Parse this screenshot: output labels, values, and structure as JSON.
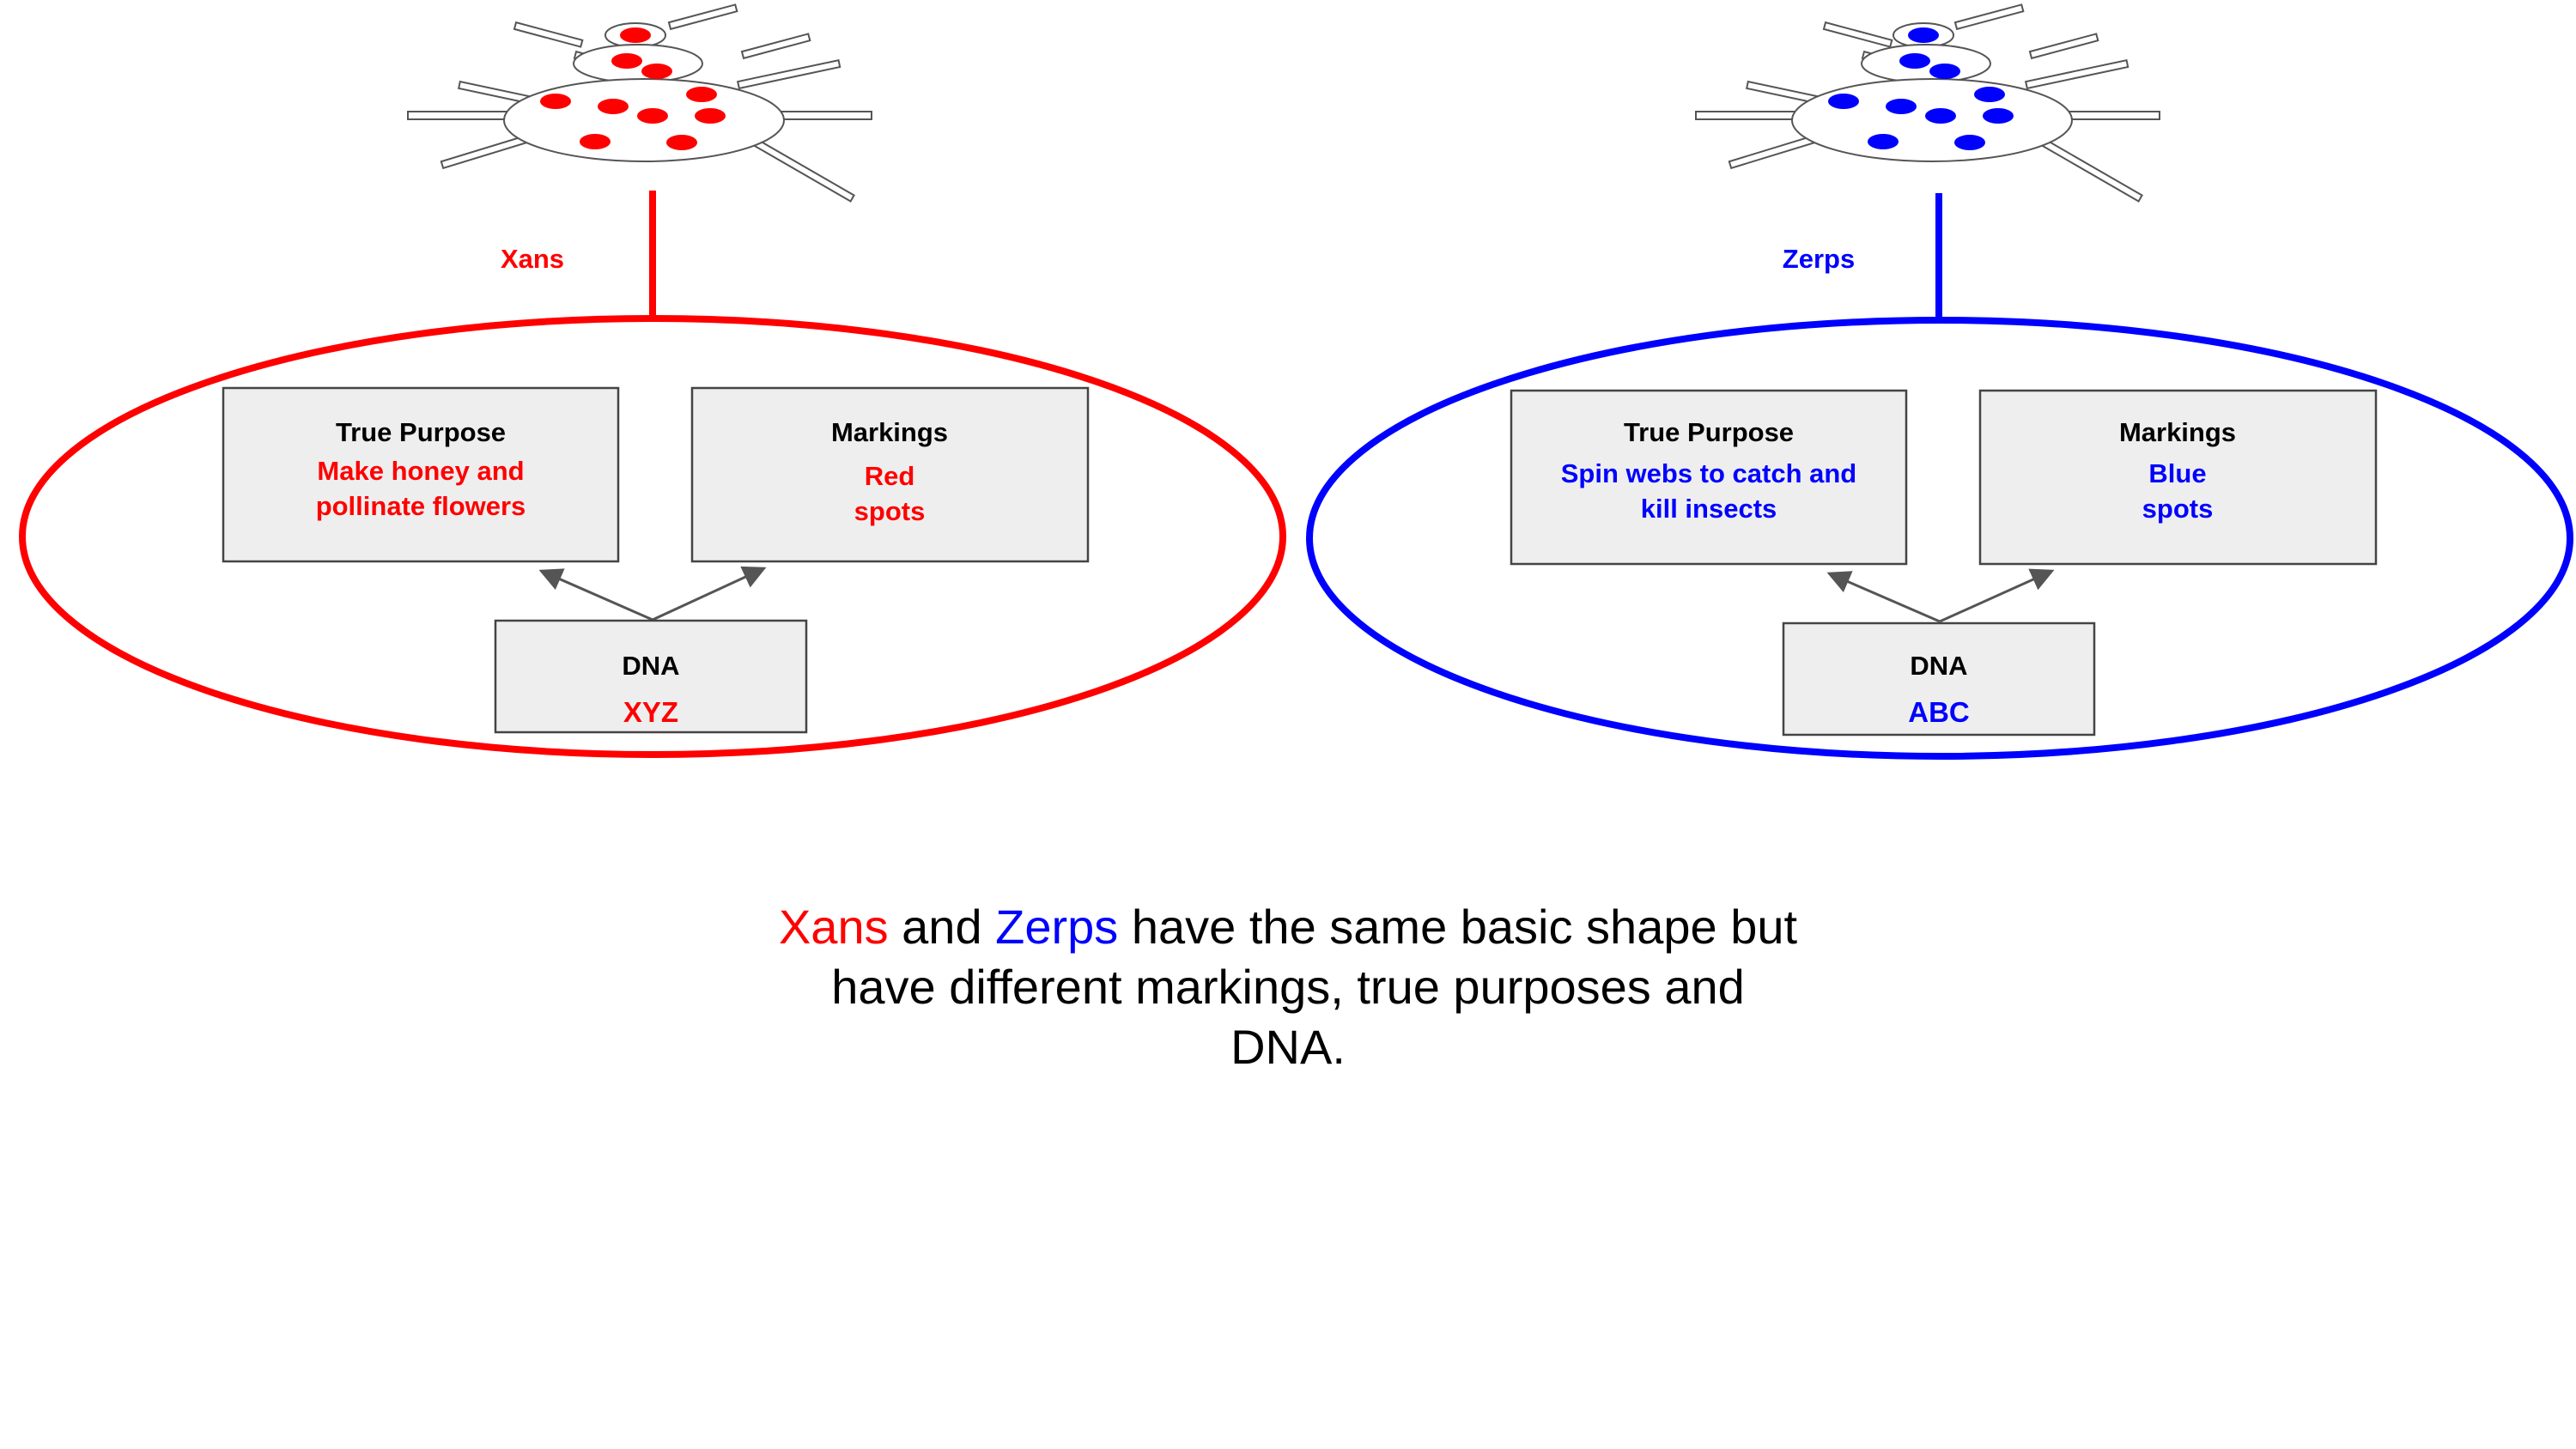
{
  "colors": {
    "xans": "#ff0000",
    "zerps": "#0000ff",
    "box_fill": "#eeeeee",
    "box_border": "#444444",
    "arrow": "#555555"
  },
  "groups": [
    {
      "key": "xans",
      "name": "Xans",
      "true_purpose": {
        "heading": "True Purpose",
        "line1": "Make honey and",
        "line2": "pollinate flowers"
      },
      "markings": {
        "heading": "Markings",
        "line1": "Red",
        "line2": "spots"
      },
      "dna": {
        "heading": "DNA",
        "value": "XYZ"
      }
    },
    {
      "key": "zerps",
      "name": "Zerps",
      "true_purpose": {
        "heading": "True Purpose",
        "line1": "Spin webs to catch and",
        "line2": "kill insects"
      },
      "markings": {
        "heading": "Markings",
        "line1": "Blue",
        "line2": "spots"
      },
      "dna": {
        "heading": "DNA",
        "value": "ABC"
      }
    }
  ],
  "caption": {
    "xans": "Xans",
    "and": " and ",
    "zerps": "Zerps",
    "line1_rest": " have the same basic shape but",
    "line2": "have different markings, true purposes and",
    "line3": "DNA."
  }
}
